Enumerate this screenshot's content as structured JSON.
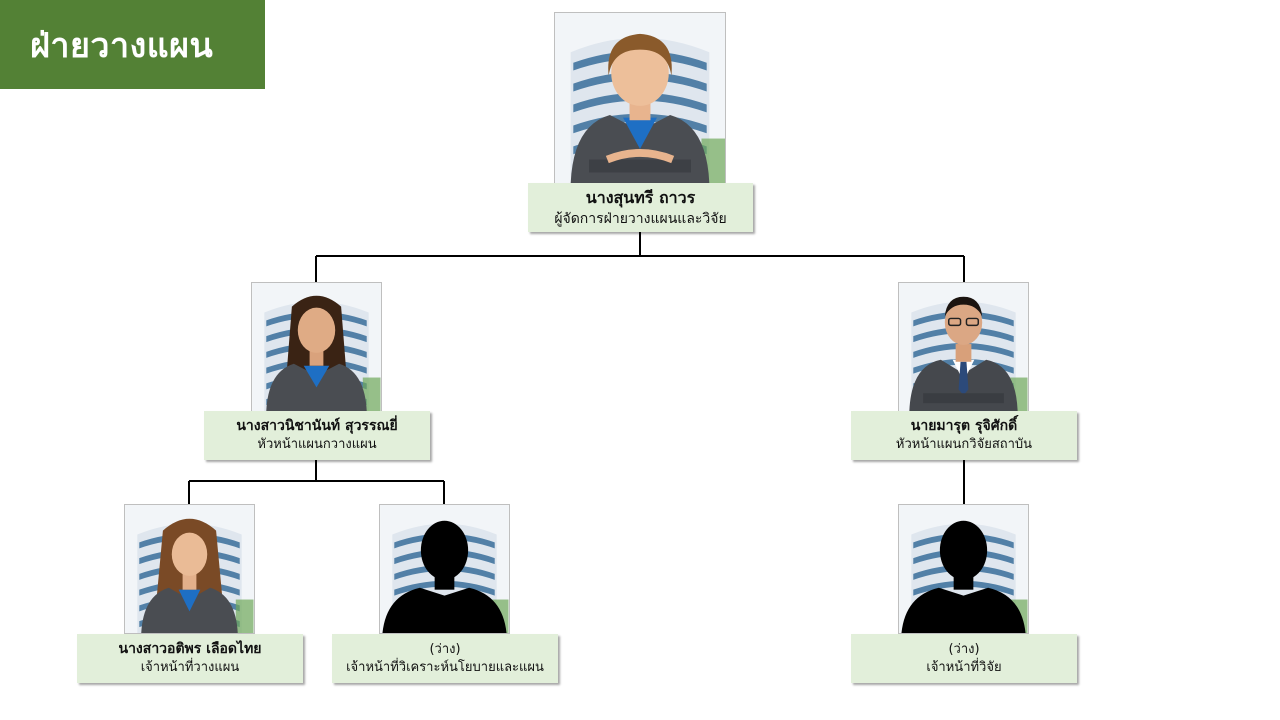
{
  "page": {
    "title": "ฝ่ายวางแผน",
    "accent_color": "#538135",
    "box_color": "#e2efda"
  },
  "nodes": {
    "manager": {
      "name": "นางสุนทรี ถาวร",
      "position": "ผู้จัดการฝ่ายวางแผนและวิจัย",
      "photo": "person-photo"
    },
    "planning_head": {
      "name": "นางสาวนิชานันท์ สุวรรณยี่",
      "position": "หัวหน้าแผนกวางแผน",
      "photo": "person-photo"
    },
    "research_head": {
      "name": "นายมารุต รุจิศักดิ์",
      "position": "หัวหน้าแผนกวิจัยสถาบัน",
      "photo": "person-photo"
    },
    "planning_officer": {
      "name": "นางสาวอติพร เลือดไทย",
      "position": "เจ้าหน้าที่วางแผน",
      "photo": "person-photo"
    },
    "policy_analyst": {
      "name": "(ว่าง)",
      "position": "เจ้าหน้าที่วิเคราะห์นโยบายและแผน",
      "photo": "silhouette-icon"
    },
    "research_officer": {
      "name": "(ว่าง)",
      "position": "เจ้าหน้าที่วิจัย",
      "photo": "silhouette-icon"
    }
  }
}
